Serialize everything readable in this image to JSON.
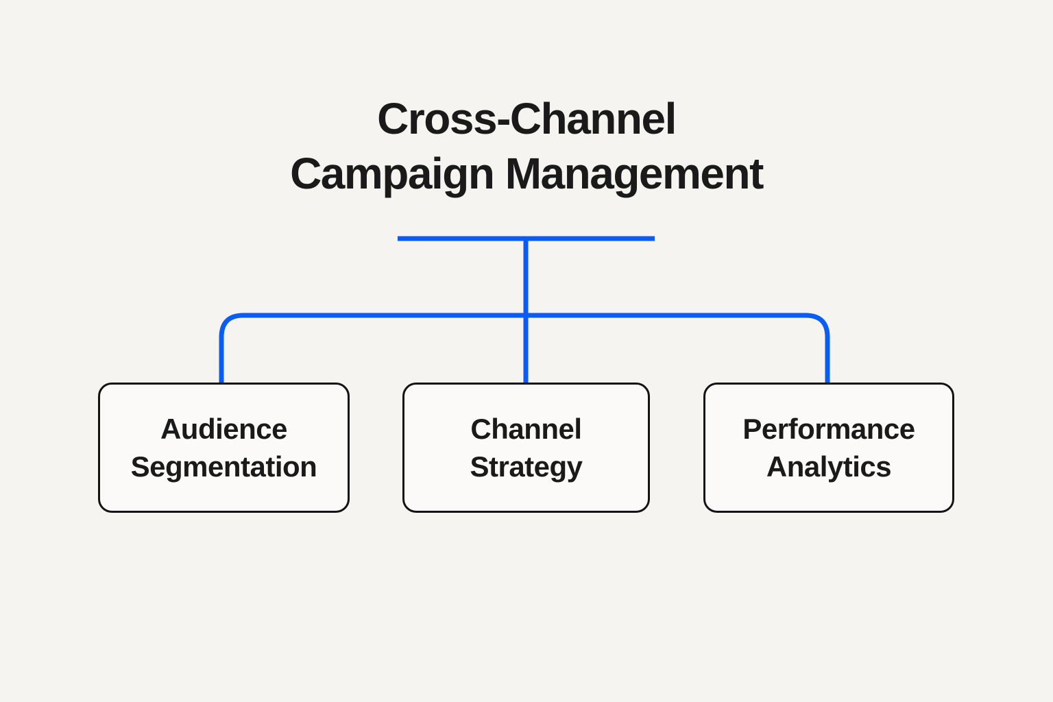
{
  "diagram": {
    "title": "Cross-Channel Campaign Management",
    "title_lines": [
      "Cross-Channel",
      "Campaign Management"
    ],
    "nodes": [
      {
        "id": "audience-segmentation",
        "label": "Audience Segmentation",
        "lines": [
          "Audience",
          "Segmentation"
        ]
      },
      {
        "id": "channel-strategy",
        "label": "Channel Strategy",
        "lines": [
          "Channel",
          "Strategy"
        ]
      },
      {
        "id": "performance-analytics",
        "label": "Performance Analytics",
        "lines": [
          "Performance",
          "Analytics"
        ]
      }
    ],
    "colors": {
      "background": "#f5f4f1",
      "box_fill": "#fbfaf8",
      "box_border": "#131313",
      "text": "#1a1a1a",
      "connector": "#0b5cf2"
    }
  }
}
